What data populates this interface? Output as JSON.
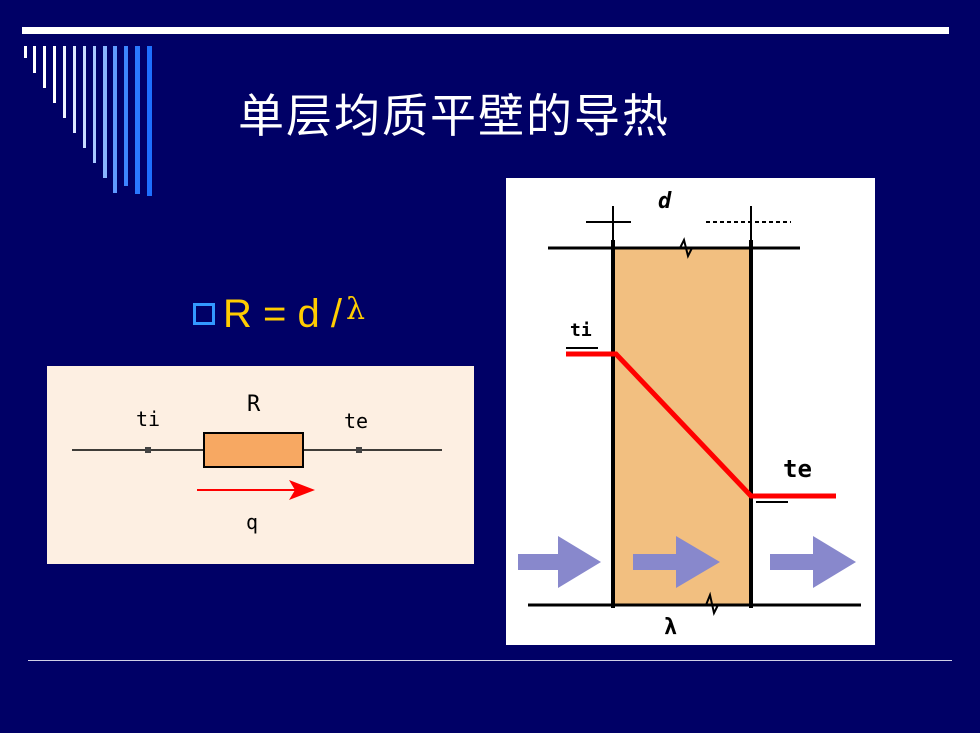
{
  "slide": {
    "title": "单层均质平壁的导热",
    "formula_text": "R = d /",
    "formula_symbol": "λ"
  },
  "circuit": {
    "label_resistance": "R",
    "label_inside": "ti",
    "label_outside": "te",
    "label_flow": "q"
  },
  "wall": {
    "label_thickness": "d",
    "label_inside": "ti",
    "label_outside": "te",
    "label_conductivity": "λ"
  },
  "colors": {
    "background": "#000066",
    "title": "#ffffff",
    "formula": "#ffcc00",
    "bullet": "#3399ff",
    "wall_fill": "#f2bf80",
    "temperature_line": "#ff0000",
    "arrow": "#8888cc"
  },
  "icons": [
    "square-bullet-icon",
    "flow-arrow-icon"
  ]
}
